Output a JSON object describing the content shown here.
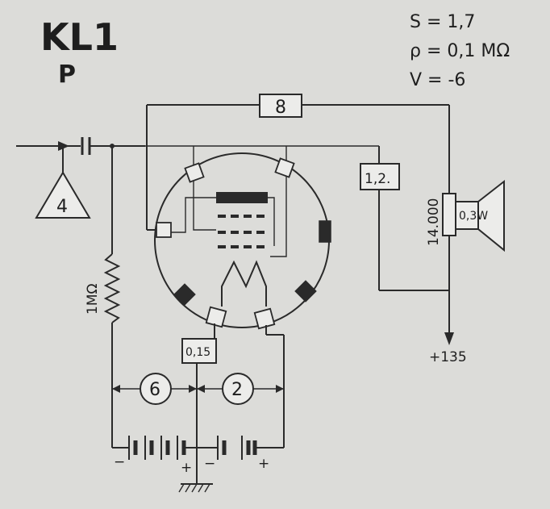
{
  "title": "KL1",
  "subtitle": "P",
  "params": [
    "S = 1,7",
    "ρ = 0,1 MΩ",
    "V = -6"
  ],
  "labels": {
    "anode_current": "8",
    "screen_current": "1,2.",
    "grid_bias": "4",
    "grid_resistor": "1MΩ",
    "filament_current": "0,15",
    "battery_bias": "6",
    "battery_filament": "2",
    "load_resistance": "14.000",
    "speaker_power": "0,3W",
    "supply_voltage": "+135",
    "minus": "−",
    "plus": "+"
  }
}
